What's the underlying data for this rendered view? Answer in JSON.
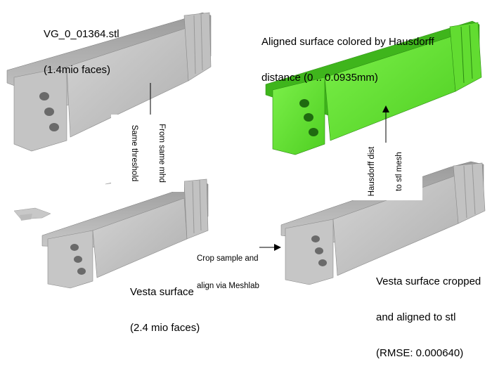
{
  "labels": {
    "stl_name": "VG_0_01364.stl",
    "stl_faces": "(1.4mio faces)",
    "aligned_line1": "Aligned surface colored by Hausdorff",
    "aligned_line2": "distance (0 .. 0.0935mm)",
    "vesta_line1": "Vesta surface",
    "vesta_line2": "(2.4 mio faces)",
    "cropped_line1": "Vesta surface cropped",
    "cropped_line2": "and aligned to stl",
    "cropped_line3": "(RMSE: 0.000640)"
  },
  "arrows": {
    "same_mhd_line1": "From same mhd",
    "same_mhd_line2": "Same threshold",
    "crop_line1": "Crop sample and",
    "crop_line2": "align via Meshlab",
    "hausdorff_line1": "Hausdorff dist",
    "hausdorff_line2": "to stl mesh"
  },
  "colors": {
    "gray_model": "#b9b9b9",
    "gray_dark": "#8c8c8c",
    "green_model": "#5ee02a",
    "green_dark": "#3aa81c"
  }
}
